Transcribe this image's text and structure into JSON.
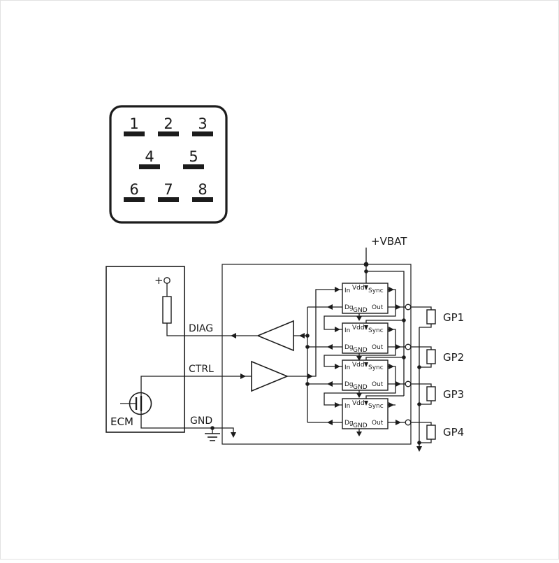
{
  "connector": {
    "pins": [
      "1",
      "2",
      "3",
      "4",
      "5",
      "6",
      "7",
      "8"
    ]
  },
  "ecm": {
    "label": "ECM",
    "plus": "+"
  },
  "nets": {
    "vbat": "+VBAT",
    "diag": "DIAG",
    "ctrl": "CTRL",
    "gnd": "GND"
  },
  "ic_pins": {
    "in": "In",
    "vdd": "Vdd",
    "sync": "Sync",
    "dg": "Dg",
    "gnd": "GND",
    "out": "Out"
  },
  "glow_plugs": [
    "GP1",
    "GP2",
    "GP3",
    "GP4"
  ],
  "colors": {
    "line": "#1c1c1c",
    "background": "#ffffff"
  }
}
